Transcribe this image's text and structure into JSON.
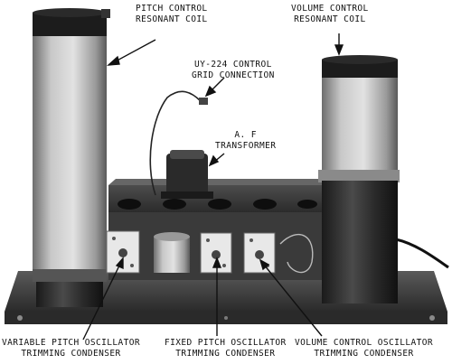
{
  "labels": {
    "pitch_coil": {
      "line1": "PITCH CONTROL",
      "line2": "RESONANT COIL"
    },
    "volume_coil": {
      "line1": "VOLUME CONTROL",
      "line2": "RESONANT COIL"
    },
    "grid_connection": {
      "line1": "UY-224 CONTROL",
      "line2": "GRID CONNECTION"
    },
    "af_transformer": {
      "line1": "A. F",
      "line2": "TRANSFORMER"
    },
    "variable_pitch": {
      "line1": "VARIABLE PITCH OSCILLATOR",
      "line2": "TRIMMING CONDENSER"
    },
    "fixed_pitch": {
      "line1": "FIXED PITCH OSCILLATOR",
      "line2": "TRIMMING CONDENSER"
    },
    "volume_oscillator": {
      "line1": "VOLUME CONTROL OSCILLATOR",
      "line2": "TRIMMING CONDENSER"
    }
  },
  "colors": {
    "background": "#ffffff",
    "chassis": "#3a3a3a",
    "coil_light": "#cfcfcf",
    "coil_dark": "#1e1e1e"
  }
}
